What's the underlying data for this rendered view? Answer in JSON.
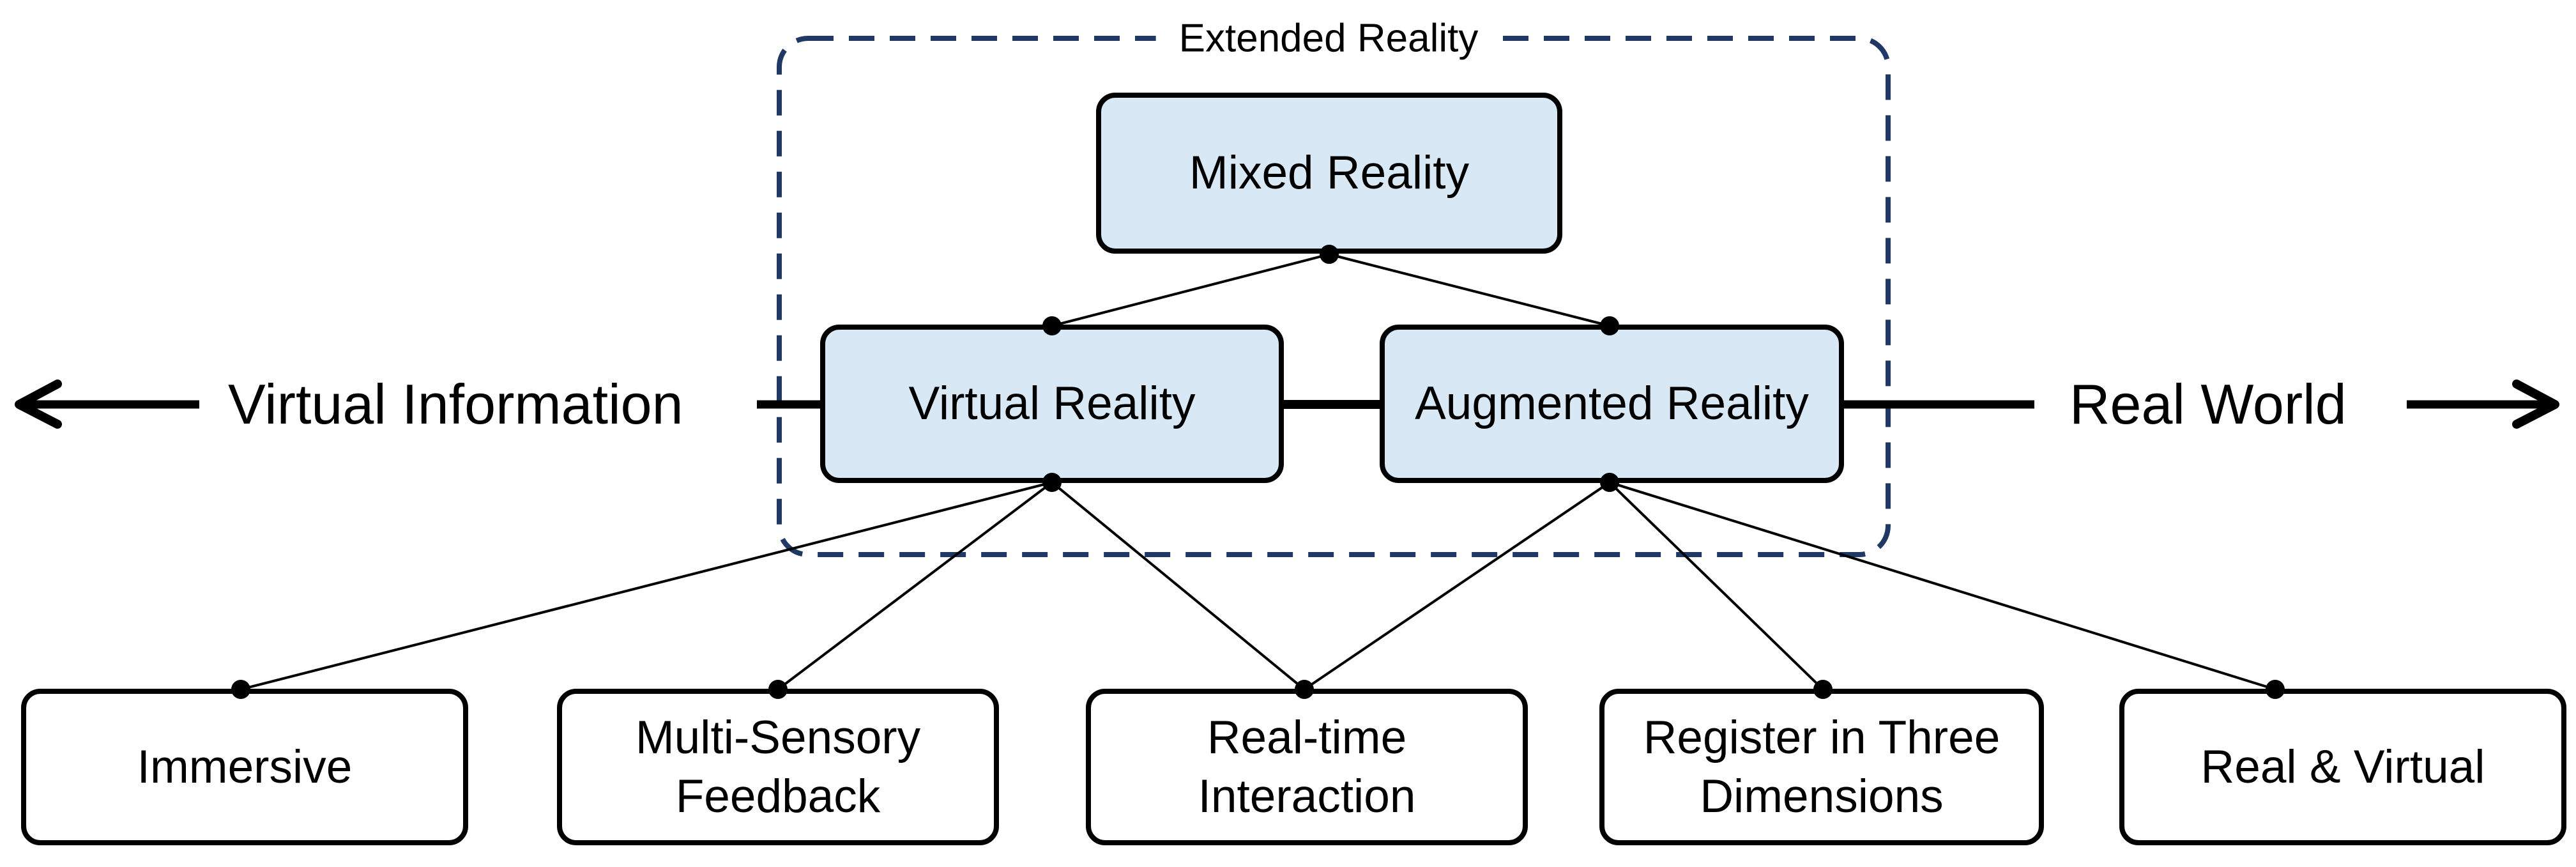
{
  "group": {
    "label": "Extended Reality"
  },
  "axis": {
    "left_label": "Virtual Information",
    "right_label": "Real World"
  },
  "nodes": {
    "mixed_reality": {
      "label": "Mixed Reality",
      "type": "xr"
    },
    "virtual_reality": {
      "label": "Virtual Reality",
      "type": "xr"
    },
    "augmented_reality": {
      "label": "Augmented Reality",
      "type": "xr"
    },
    "immersive": {
      "label": "Immersive",
      "type": "property"
    },
    "multi_sensory": {
      "label": "Multi-Sensory\nFeedback",
      "type": "property"
    },
    "realtime": {
      "label": "Real-time\nInteraction",
      "type": "property"
    },
    "register3d": {
      "label": "Register in Three\nDimensions",
      "type": "property"
    },
    "real_virtual": {
      "label": "Real & Virtual",
      "type": "property"
    }
  },
  "edges": [
    {
      "from": "mixed_reality",
      "to": "virtual_reality"
    },
    {
      "from": "mixed_reality",
      "to": "augmented_reality"
    },
    {
      "from": "virtual_reality",
      "to": "immersive"
    },
    {
      "from": "virtual_reality",
      "to": "multi_sensory"
    },
    {
      "from": "virtual_reality",
      "to": "realtime"
    },
    {
      "from": "augmented_reality",
      "to": "realtime"
    },
    {
      "from": "augmented_reality",
      "to": "register3d"
    },
    {
      "from": "augmented_reality",
      "to": "real_virtual"
    }
  ],
  "colors": {
    "xr_node_fill": "#d9e8f5",
    "node_border": "#000000",
    "group_border": "#1f3864",
    "connector": "#000000",
    "background": "#ffffff"
  }
}
